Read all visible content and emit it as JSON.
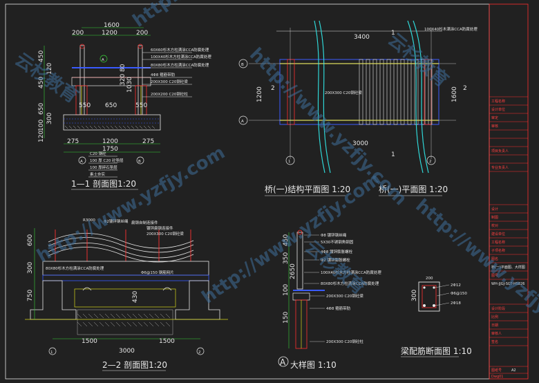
{
  "titles": {
    "s11": "1—1 剖面图1:20",
    "s22": "2—2 剖面图1:20",
    "plan_struct": "桥(一)结构平面图 1:20",
    "plan": "桥(一)平面图 1:20",
    "detailA": "大样图 1:10",
    "detailA_letter": "A",
    "beam": "梁配筋断面图 1:10"
  },
  "s11": {
    "top_dim": "1600",
    "sub_dims": [
      "200",
      "1200",
      "200"
    ],
    "left_dims": [
      "450",
      "120",
      "450",
      "650",
      "300",
      "100",
      "120"
    ],
    "right_dims": [
      "320",
      "1030",
      "80"
    ],
    "mid_dims": [
      "550",
      "650",
      "550"
    ],
    "bottom_dims": [
      "275",
      "1200",
      "275"
    ],
    "total_dim": "1750",
    "axis_a": "A",
    "axis_b": "B",
    "notes": [
      "60X60杉木方柱满涂CCA防腐处理",
      "100X40杉木方柱满涂CCA防腐处理",
      "80X80杉木方柱满涂CCA防腐处理",
      "4Φ8 箍筋带肋",
      "200X300 C20钢砼梁",
      "200X200 C20钢砼柱"
    ],
    "found_notes": [
      "C20 钢砼",
      "100 厚 C20 砼垫层",
      "100 厚碎石垫层",
      "素土夯实"
    ]
  },
  "plan_struct": {
    "top_dim": "3400",
    "bottom_dim": "3000",
    "left_dim": "1200",
    "right_dim": "1600",
    "axis_b": "B",
    "axis_a": "A",
    "axis_1": "1",
    "axis_2": "2",
    "cut_1": "1",
    "cut_2": "2",
    "notes": [
      "100X40杉木满涂CCA防腐处理",
      "200X300 C20钢砼梁"
    ]
  },
  "s22": {
    "r_label": "R3000",
    "notes": [
      "Φ2镀锌钢丝绳",
      "扁钢自制连接件",
      "镀锌扁钢连接件",
      "200X300 C20钢砼梁",
      "80X80杉木方柱满涂CCA防腐处理",
      "Φ6@150 钢筋网片"
    ],
    "left_dims": [
      "600",
      "300",
      "750"
    ],
    "mid_dims": [
      "430"
    ],
    "bottom_dims": [
      "1500",
      "1500"
    ],
    "total": "3000",
    "axis_1": "1",
    "axis_2": "2"
  },
  "detailA": {
    "notes": [
      "Φ8 镀锌钢丝绳",
      "5X30不锈钢角钢固",
      "4Φ8 镀锌膨胀螺栓",
      "Φ2 镀锌膨胀螺栓",
      "100X40杉木方柱满涂CCA防腐处理",
      "80X80杉木方柱满涂CCA防腐处理",
      "200X300 C20钢砼梁",
      "4Φ8 箍筋带肋",
      "200X300 C20钢砼柱"
    ],
    "dims": [
      "450",
      "350",
      "2650",
      "100",
      "150"
    ]
  },
  "beam": {
    "width": "200",
    "height": "300",
    "top_bars": "2Φ12",
    "stirrups": "Φ6@150",
    "bottom_bars": "2Φ18"
  },
  "titleblock": {
    "rows": [
      "工程名称",
      "设计单位",
      "审定",
      "审核",
      "项目负责人",
      "专业负责人",
      "设计",
      "制图",
      "校对",
      "建设单位",
      "工程名称",
      "子项名称",
      "图名",
      "桥(一)平面图、大样图",
      "图号",
      "WH-JJGJ-SGT-HS826",
      "设计阶段",
      "比例",
      "日期",
      "审核人",
      "签名",
      "图纸号",
      "A2"
    ],
    "footer": "Dwg01"
  },
  "watermark": {
    "text1": "http://www.yzfjy.com",
    "text2": "云杉教育"
  },
  "colors": {
    "background": "#212121",
    "line_white": "#e8e8e8",
    "cyan": "#2fd7d7",
    "green": "#37d337",
    "yellow": "#d8d81c",
    "blue": "#3a5bff",
    "red": "#ff3030",
    "magenta": "#d63fd6"
  }
}
